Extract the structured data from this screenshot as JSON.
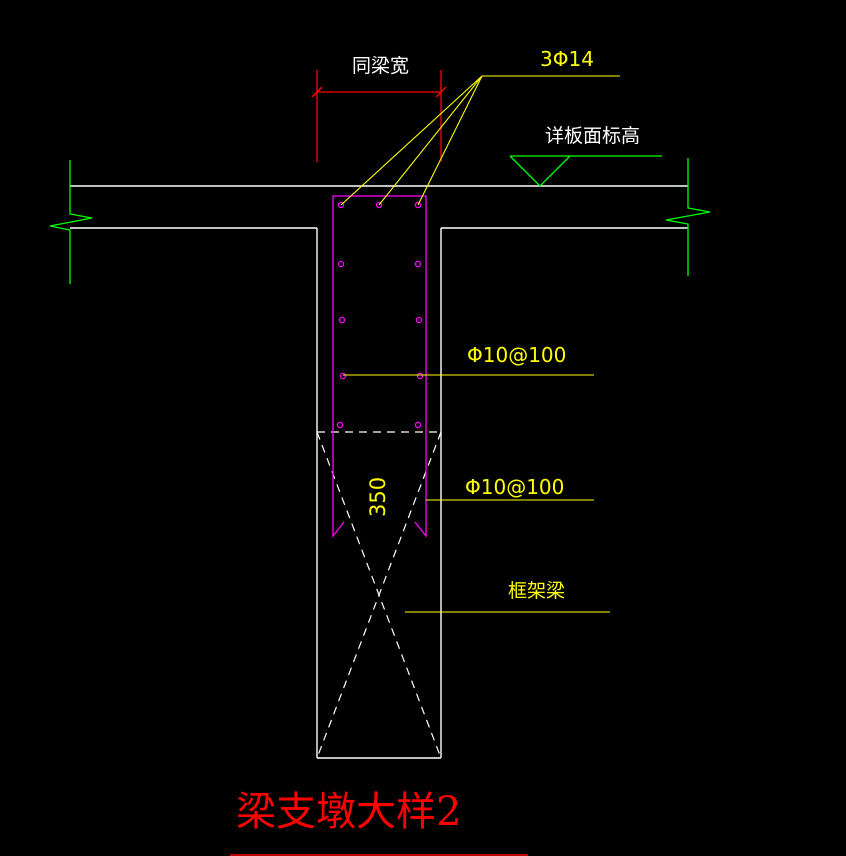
{
  "drawing": {
    "labels": {
      "beam_width": "同梁宽",
      "top_bars": "3Φ14",
      "slab_level": "详板面标高",
      "stirrup_1": "Φ10@100",
      "stirrup_2": "Φ10@100",
      "depth_dim": "350",
      "frame_beam": "框架梁"
    },
    "title": "梁支墩大样2"
  },
  "colors": {
    "background": "#000000",
    "structure": "#ffffff",
    "leader": "#ffff00",
    "label": "#ffff00",
    "rebar": "#ff00ff",
    "dimension": "#ff0000",
    "break_line": "#00ff00",
    "title": "#ff0000"
  }
}
